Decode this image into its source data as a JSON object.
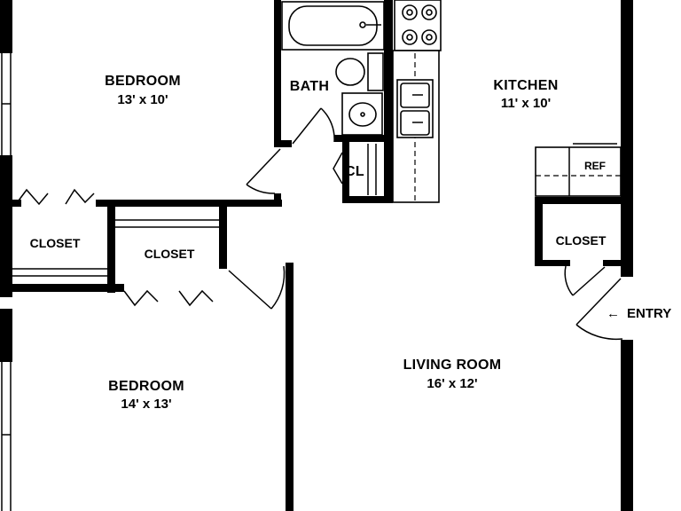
{
  "rooms": {
    "bedroom_top": {
      "name": "BEDROOM",
      "dims": "13' x 10'"
    },
    "bath": {
      "name": "BATH"
    },
    "kitchen": {
      "name": "KITCHEN",
      "dims": "11' x 10'"
    },
    "linen_closet": {
      "name": "CL"
    },
    "refrigerator": {
      "name": "REF"
    },
    "closet_left": {
      "name": "CLOSET"
    },
    "closet_middle": {
      "name": "CLOSET"
    },
    "closet_entry": {
      "name": "CLOSET"
    },
    "bedroom_bottom": {
      "name": "BEDROOM",
      "dims": "14' x 13'"
    },
    "living_room": {
      "name": "LIVING ROOM",
      "dims": "16' x 12'"
    }
  },
  "entry": {
    "label": "ENTRY",
    "arrow": "←"
  },
  "colors": {
    "walls": "#000000",
    "background": "#ffffff"
  }
}
